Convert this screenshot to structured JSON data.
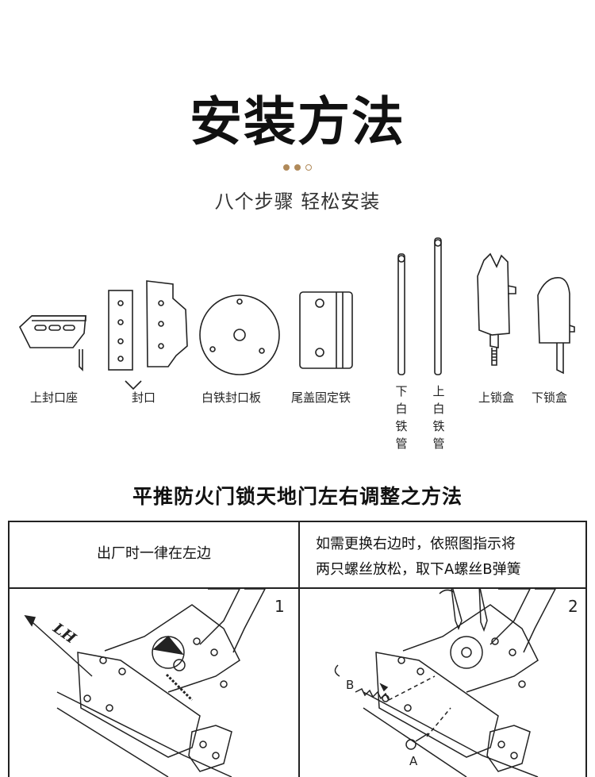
{
  "header": {
    "title": "安装方法",
    "subtitle": "八个步骤 轻松安装"
  },
  "parts": {
    "items": [
      {
        "label": "上封口座"
      },
      {
        "label": "封口"
      },
      {
        "label": "白铁封口板"
      },
      {
        "label": "尾盖固定铁"
      },
      {
        "label": "下白铁管"
      },
      {
        "label": "上白铁管"
      },
      {
        "label": "上锁盒"
      },
      {
        "label": "下锁盒"
      }
    ]
  },
  "adjustment": {
    "title": "平推防火门锁天地门左右调整之方法",
    "left_header": "出厂时一律在左边",
    "right_header_line1": "如需更换右边时，依照图指示将",
    "right_header_line2": "两只螺丝放松，取下A螺丝B弹簧",
    "step1_number": "1",
    "step2_number": "2",
    "lh_label": "LH",
    "label_a": "A",
    "label_b": "B"
  }
}
